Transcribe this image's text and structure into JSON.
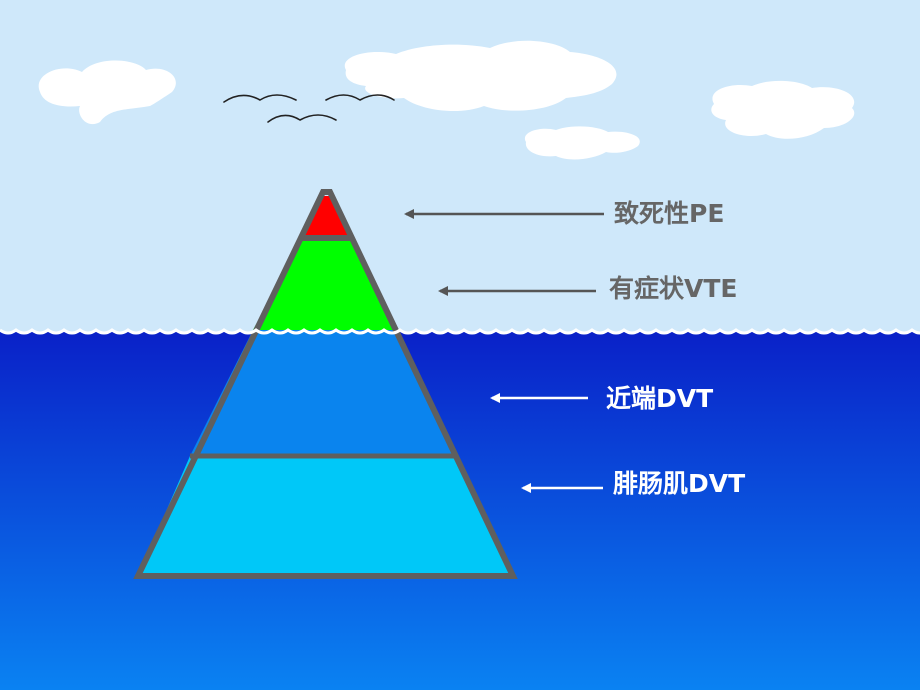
{
  "colors": {
    "sky": "#cfe8fa",
    "sea_top": "#0a21c8",
    "sea_bottom": "#0a82f2",
    "waterline": "#ffffff",
    "cloud": "#ffffff",
    "bird": "#222222",
    "pyramid_outline": "#5f5f5f",
    "tier_fatal_pe": "#ff0000",
    "tier_symptomatic_vte": "#00ff00",
    "tier_proximal_dvt": "#0a84ee",
    "tier_calf_dvt": "#00c8f8",
    "arrow_dark": "#555555",
    "arrow_light": "#ffffff",
    "label_dark": "#666666",
    "label_light": "#ffffff"
  },
  "icons": [
    "cloud-icon",
    "bird-icon"
  ],
  "tiers": [
    {
      "id": "fatal-pe",
      "label": "致死性PE"
    },
    {
      "id": "symptomatic-vte",
      "label": "有症状VTE"
    },
    {
      "id": "proximal-dvt",
      "label": "近端DVT"
    },
    {
      "id": "calf-dvt",
      "label": "腓肠肌DVT"
    }
  ]
}
